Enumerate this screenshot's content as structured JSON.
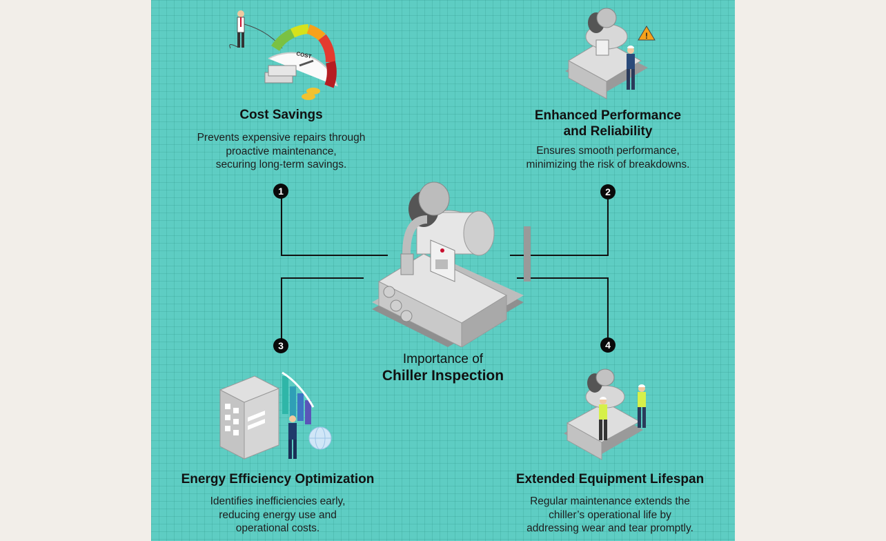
{
  "center": {
    "kicker": "Importance of",
    "title": "Chiller Inspection"
  },
  "cards": [
    {
      "number": "1",
      "title": "Cost Savings",
      "description": "Prevents expensive repairs through\nproactive maintenance,\nsecuring long-term savings.",
      "illustration_gauge_label": "COST"
    },
    {
      "number": "2",
      "title": "Enhanced Performance\nand Reliability",
      "description": "Ensures smooth performance,\nminimizing the risk of breakdowns."
    },
    {
      "number": "3",
      "title": "Energy Efficiency Optimization",
      "description": "Identifies inefficiencies early,\nreducing energy use and\noperational costs."
    },
    {
      "number": "4",
      "title": "Extended Equipment Lifespan",
      "description": "Regular maintenance extends the\nchiller’s operational life by\naddressing wear and tear promptly."
    }
  ],
  "colors": {
    "background_teal": "#5ecdc3",
    "outer_background": "#f2eee9",
    "badge": "#0a0a0a",
    "connector_line": "#111111",
    "machine_grey": "#d9d9d9",
    "safety_vest": "#d6f04a",
    "brand_red": "#c8102e"
  }
}
